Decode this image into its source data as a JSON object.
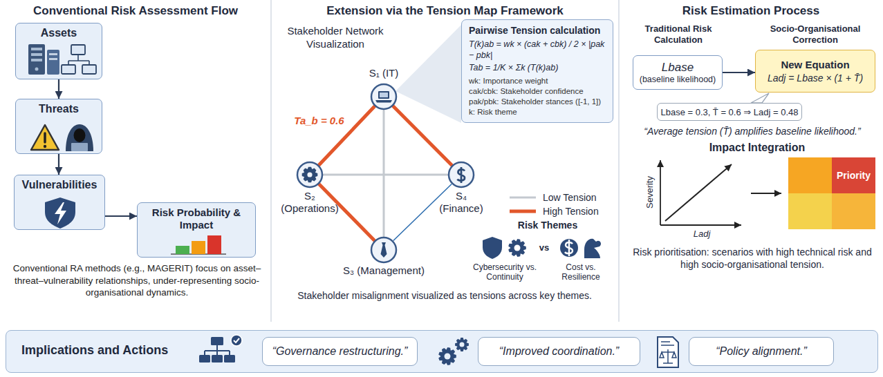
{
  "diagram": {
    "nodes": [
      {
        "text": [
          "Assets"
        ]
      },
      {
        "text": [
          "Threats"
        ]
      },
      {
        "text": [
          "Vulnerabilities"
        ]
      },
      {
        "text": [
          "Risk Probability & Impact"
        ]
      },
      {
        "text": [
          "S₁ (IT)"
        ]
      },
      {
        "text": [
          "S₂ (Operations)"
        ]
      },
      {
        "text": [
          "S₃ (Management)"
        ]
      },
      {
        "text": [
          "S₄ (Finance)"
        ]
      },
      {
        "text": [
          "Pairwise Tension calculation",
          "T(k)ab = wk × (cak + cbk) / 2 × |pak − pbk|",
          "Tab = 1/K × Σk (T(k)ab)",
          "wk: Importance weight",
          "cak/cbk: Stakeholder confidence",
          "pak/pbk: Stakeholder stances ([-1, 1])",
          "k: Risk theme"
        ]
      },
      {
        "text": [
          "Lbase",
          "(baseline likelihood)"
        ]
      },
      {
        "text": [
          "New Equation",
          "Ladj = Lbase × (1 + T̄)"
        ]
      },
      {
        "text": [
          "Lbase = 0.3, T̄ = 0.6 ⇒ Ladj = 0.48"
        ]
      },
      {
        "text": [
          "Priority"
        ]
      },
      {
        "text": [
          "Implications and Actions"
        ]
      },
      {
        "text": [
          "“Governance restructuring.”"
        ],
        "in": 13
      },
      {
        "text": [
          "“Improved coordination.”"
        ],
        "in": 13
      },
      {
        "text": [
          "“Policy alignment.”"
        ],
        "in": 13
      }
    ],
    "edges": [
      {
        "from": 0,
        "to": 1,
        "arrow": "to"
      },
      {
        "from": 1,
        "to": 2,
        "arrow": "to"
      },
      {
        "from": 2,
        "to": 3,
        "arrow": "to"
      },
      {
        "from": 4,
        "to": 5,
        "arrow": "none",
        "label": "Ta_b = 0.6"
      },
      {
        "from": 4,
        "to": 7,
        "arrow": "none"
      },
      {
        "from": 4,
        "to": 6,
        "arrow": "none"
      },
      {
        "from": 5,
        "to": 7,
        "arrow": "none"
      },
      {
        "from": 5,
        "to": 6,
        "arrow": "none"
      },
      {
        "from": 6,
        "to": 7,
        "arrow": "none"
      },
      {
        "from": 9,
        "to": 10,
        "arrow": "to"
      }
    ],
    "labels": [
      "Conventional Risk Assessment Flow",
      "Conventional RA methods (e.g., MAGERIT) focus on asset–threat–vulnerability relationships, under-representing socio-organisational dynamics.",
      "Extension via the Tension Map Framework",
      "Stakeholder Network Visualization",
      "Risk Themes",
      "Cybersecurity vs. Continuity",
      "vs",
      "Cost vs. Resilience",
      "Stakeholder misalignment visualized as tensions across key themes.",
      "Risk Estimation Process",
      "Traditional Risk Calculation",
      "Socio-Organisational Correction",
      "“Average tension (T̄) amplifies baseline likelihood.”",
      "Impact Integration",
      "Severity",
      "Ladj",
      "Risk prioritisation: scenarios with high technical risk and high socio-organisational tension."
    ],
    "legend": [
      {
        "text": "Low Tension"
      },
      {
        "text": "High Tension"
      }
    ]
  }
}
